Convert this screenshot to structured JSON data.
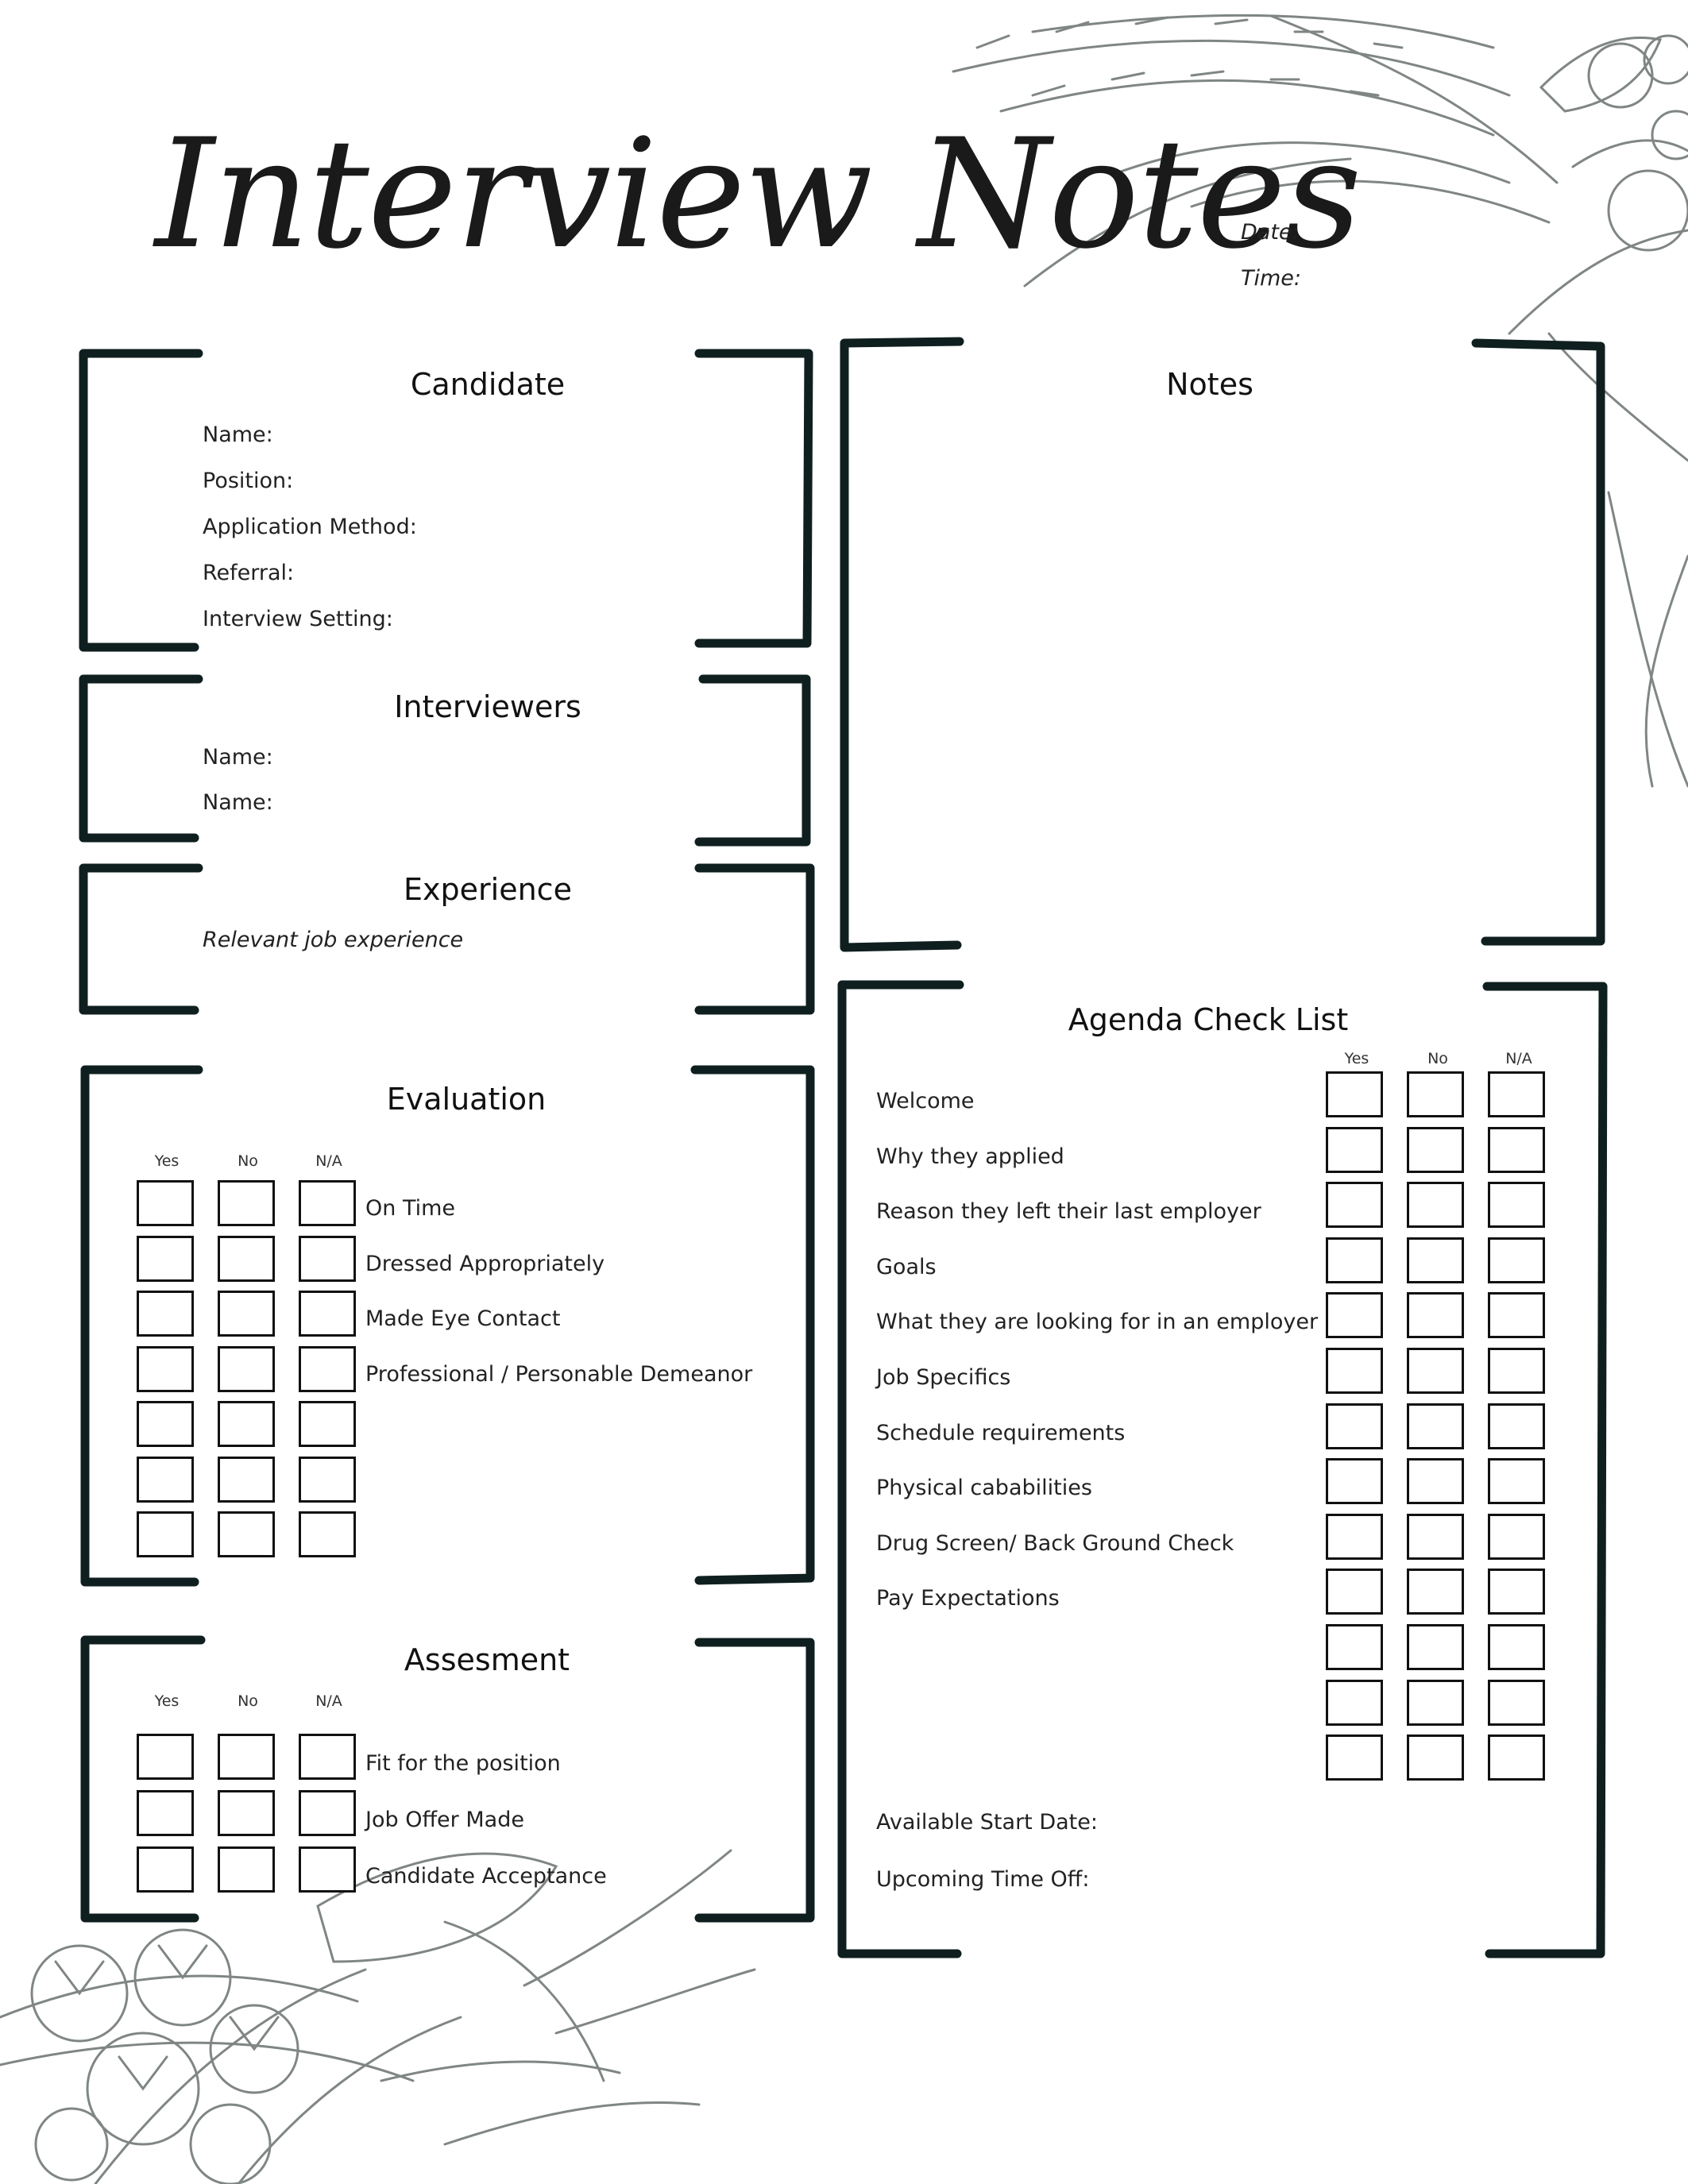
{
  "title": "Interview Notes",
  "meta": {
    "date_label": "Date:",
    "time_label": "Time:"
  },
  "candidate": {
    "title": "Candidate",
    "fields": [
      "Name:",
      "Position:",
      "Application Method:",
      "Referral:",
      "Interview Setting:"
    ]
  },
  "interviewers": {
    "title": "Interviewers",
    "fields": [
      "Name:",
      "Name:"
    ]
  },
  "experience": {
    "title": "Experience",
    "subtitle": "Relevant job experience"
  },
  "evaluation": {
    "title": "Evaluation",
    "columns": [
      "Yes",
      "No",
      "N/A"
    ],
    "items": [
      "On Time",
      "Dressed Appropriately",
      "Made Eye Contact",
      "Professional / Personable Demeanor",
      "",
      "",
      ""
    ]
  },
  "assesment": {
    "title": "Assesment",
    "columns": [
      "Yes",
      "No",
      "N/A"
    ],
    "items": [
      "Fit for the position",
      "Job Offer Made",
      "Candidate Acceptance"
    ]
  },
  "notes": {
    "title": "Notes"
  },
  "agenda": {
    "title": "Agenda Check List",
    "columns": [
      "Yes",
      "No",
      "N/A"
    ],
    "items": [
      "Welcome",
      "Why they applied",
      "Reason they left their last employer",
      "Goals",
      "What they are looking for in an employer",
      "Job Specifics",
      "Schedule requirements",
      "Physical cababilities",
      "Drug Screen/ Back Ground Check",
      "Pay Expectations",
      "",
      "",
      ""
    ],
    "footer": [
      "Available Start Date:",
      "Upcoming Time Off:"
    ]
  },
  "colors": {
    "ink": "#0f1f1f",
    "foliage": "#7a817f"
  }
}
